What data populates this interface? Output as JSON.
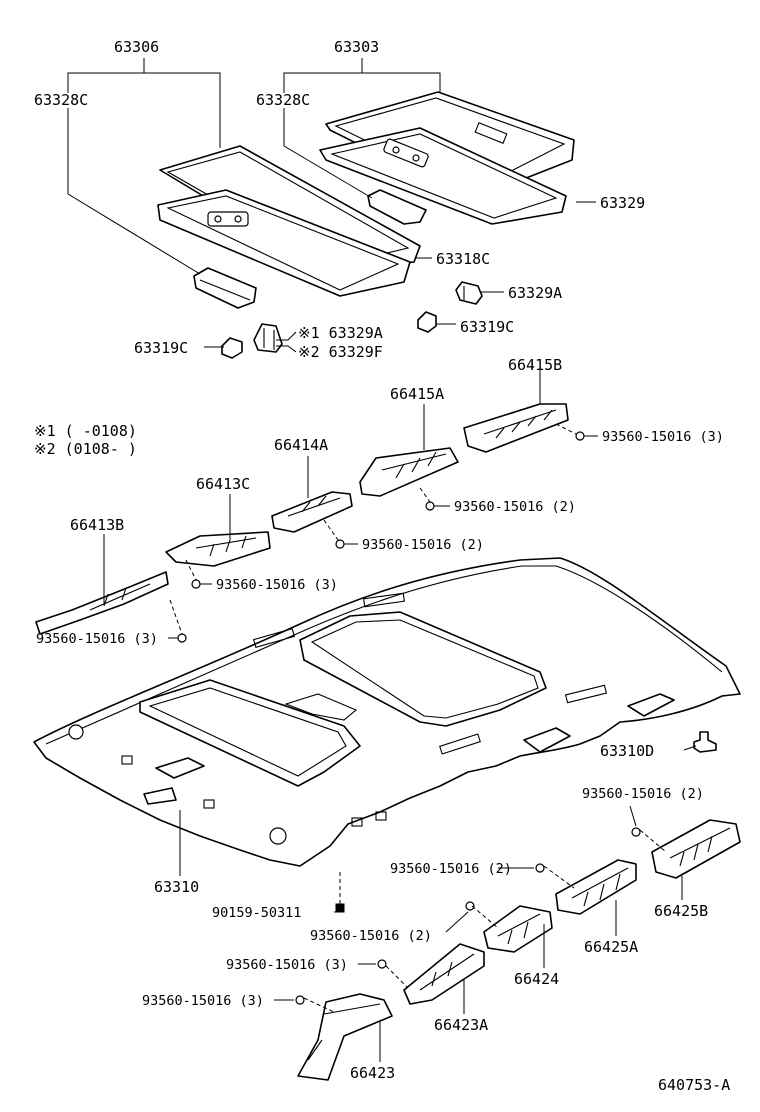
{
  "labels": {
    "p63306": "63306",
    "p63303": "63303",
    "p63328C_left": "63328C",
    "p63328C_right": "63328C",
    "p63329": "63329",
    "p63318C": "63318C",
    "p63329A": "63329A",
    "p63319C_right": "63319C",
    "p63319C_left": "63319C",
    "p63329A_note1": "※1 63329A",
    "p63329F_note2": "※2 63329F",
    "p66415B": "66415B",
    "p66415A": "66415A",
    "clip_66415B": "93560-15016 (3)",
    "note1": "※1 (     -0108)",
    "note2": "※2 (0108-     )",
    "p66414A": "66414A",
    "clip_66415A": "93560-15016 (2)",
    "p66413C": "66413C",
    "clip_66414A": "93560-15016 (2)",
    "p66413B": "66413B",
    "clip_66413C": "93560-15016 (3)",
    "clip_66413B": "93560-15016 (3)",
    "p63310D": "63310D",
    "clip_66425B": "93560-15016 (2)",
    "p63310": "63310",
    "clip_66425A": "93560-15016 (2)",
    "p66425B": "66425B",
    "screw": "90159-50311",
    "clip_66424": "93560-15016 (2)",
    "p66425A": "66425A",
    "clip_66423A": "93560-15016 (3)",
    "p66424": "66424",
    "clip_66423": "93560-15016 (3)",
    "p66423A": "66423A",
    "p66423": "66423",
    "ref": "640753-A"
  }
}
